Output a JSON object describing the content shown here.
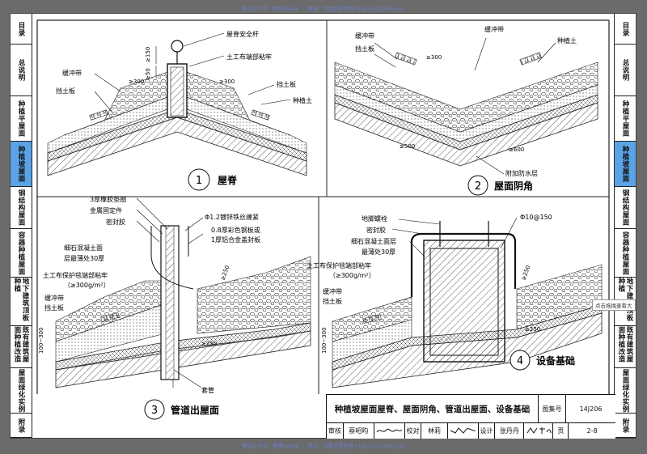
{
  "watermark": {
    "top": "微信公众号：豚豚useful ｜ 网站：大猿工程资源 http://521006.xyz/",
    "bottom": "微信公众号：豚豚useful ｜ 网站：大猿工程资源 http://521006.xyz/"
  },
  "left_tabs": [
    {
      "label": "目录",
      "active": false
    },
    {
      "label": "总说明",
      "active": false
    },
    {
      "label": "种植平屋面",
      "active": false
    },
    {
      "label": "种植坡屋面",
      "active": true
    },
    {
      "label": "钢结构屋面",
      "active": false
    },
    {
      "label": "容器种植屋面",
      "active": false
    },
    {
      "label": "地下建筑顶板种植",
      "active": false
    },
    {
      "label": "既有建筑屋面种植改造",
      "active": false
    },
    {
      "label": "屋面绿化实例",
      "active": false
    },
    {
      "label": "附录",
      "active": false
    }
  ],
  "right_tabs": [
    {
      "label": "目录",
      "active": false
    },
    {
      "label": "总说明",
      "active": false
    },
    {
      "label": "种植平屋面",
      "active": false
    },
    {
      "label": "种植坡屋面",
      "active": true
    },
    {
      "label": "钢结构屋面",
      "active": false
    },
    {
      "label": "容器种植屋面",
      "active": false
    },
    {
      "label": "地下建筑顶板种植",
      "active": false
    },
    {
      "label": "既有建筑屋面种植改造",
      "active": false
    },
    {
      "label": "屋面绿化实例",
      "active": false
    },
    {
      "label": "附录",
      "active": false
    }
  ],
  "detail1": {
    "number": "1",
    "title": "屋脊",
    "labels": {
      "safety_rail": "屋脊安全杆",
      "geotextile": "土工布端部粘牢",
      "buffer_belt": "缓冲带",
      "retaining_board_l": "挡土板",
      "retaining_board_r": "挡土板",
      "soil": "种植土"
    },
    "dims": {
      "d150": "≥150",
      "d50": "≥50",
      "d300a": "≥300",
      "d300b": "≥300"
    }
  },
  "detail2": {
    "number": "2",
    "title": "屋面阴角",
    "labels": {
      "buffer_belt": "缓冲带",
      "retaining_board": "挡土板",
      "soil": "种植土",
      "extra_waterproof": "附加防水层"
    },
    "dims": {
      "d300": "≥300",
      "d500": "≥500",
      "d600": "≥600"
    }
  },
  "detail3": {
    "number": "3",
    "title": "管道出屋面",
    "labels": {
      "rubber_pad": "3厚橡胶垫圈",
      "metal_fixer": "金属固定件",
      "sealant": "密封胶",
      "wire": "Φ1.2镀锌铁丝缠紧",
      "steel_plate_1": "0.8厚彩色钢板或",
      "steel_plate_2": "1厚铝合金盖封板",
      "concrete_1": "细石混凝土面",
      "concrete_2": "层最薄处30厚",
      "geotextile_1": "土工布保护毯端部粘牢",
      "geotextile_2": "（≥300g/m²）",
      "buffer_belt": "缓冲带",
      "retaining_board": "挡土板",
      "sleeve": "套管"
    },
    "dims": {
      "d250a": "≥250",
      "d250b": "≥250",
      "d100": "100~300"
    }
  },
  "detail4": {
    "number": "4",
    "title": "设备基础",
    "labels": {
      "anchor_bolt": "地脚螺栓",
      "sealant": "密封胶",
      "concrete_1": "细石混凝土面层",
      "concrete_2": "最薄处30厚",
      "geotextile_1": "土工布保护毯端部粘牢",
      "geotextile_2": "（≥300g/m²）",
      "buffer_belt": "缓冲带",
      "retaining_board": "挡土板",
      "rebar": "Φ10@150"
    },
    "dims": {
      "d250a": "≥250",
      "d250b": "≥250",
      "d100": "100~300"
    }
  },
  "title_block": {
    "title": "种植坡屋面屋脊、屋面阴角、管道出屋面、设备基础",
    "atlas_label": "图集号",
    "atlas_no": "14J206",
    "review_label": "审核",
    "reviewer": "蔡昭昀",
    "check_label": "校对",
    "checker": "林莉",
    "design_label": "设计",
    "designer": "张丹丹",
    "page_label": "页",
    "page_no": "2-8"
  },
  "tooltip": "点击拖拽查看大"
}
